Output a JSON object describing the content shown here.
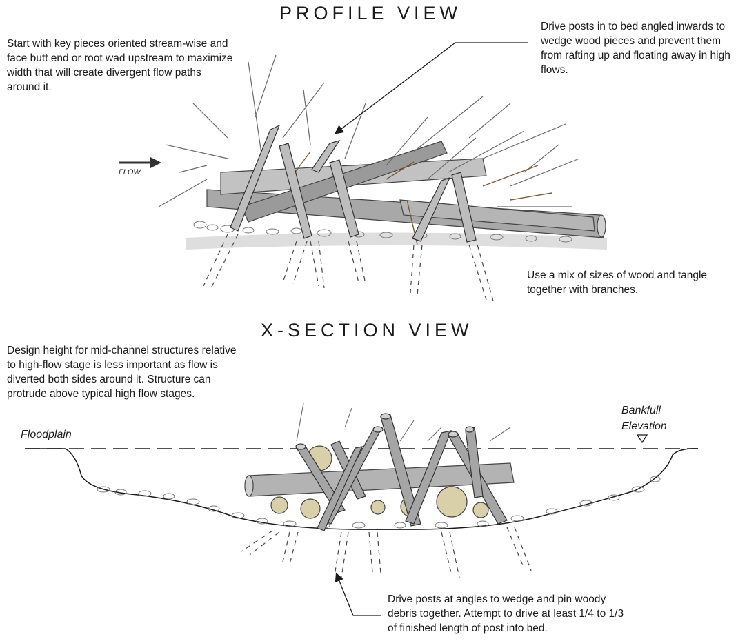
{
  "profile": {
    "title": "PROFILE VIEW",
    "flow_label": "FLOW",
    "note_orientation": "Start with key pieces oriented stream-wise and face butt end or root wad upstream to maximize width that will create divergent flow paths around it.",
    "note_posts": "Drive posts in to bed angled inwards to wedge wood pieces and prevent them from rafting up and floating away in high flows.",
    "note_mix": "Use a mix of sizes of wood and tangle together with branches."
  },
  "xsection": {
    "title": "X-SECTION VIEW",
    "note_height": "Design height for mid-channel structures relative to high-flow stage is less important as flow is diverted both sides around it. Structure can protrude above typical high flow stages.",
    "floodplain_label": "Floodplain",
    "bankfull_label_1": "Bankfull",
    "bankfull_label_2": "Elevation",
    "note_drive": "Drive posts at angles to wedge and pin woody debris together.  Attempt to drive at least 1/4 to 1/3 of finished length of post into bed."
  },
  "colors": {
    "ink": "#1a1a1a",
    "wood": "#8a8a8a",
    "wood_dark": "#555555",
    "branch_brown": "#7a5a3a",
    "log_end": "#d9cfa8",
    "shadow": "#cfcfcf"
  }
}
